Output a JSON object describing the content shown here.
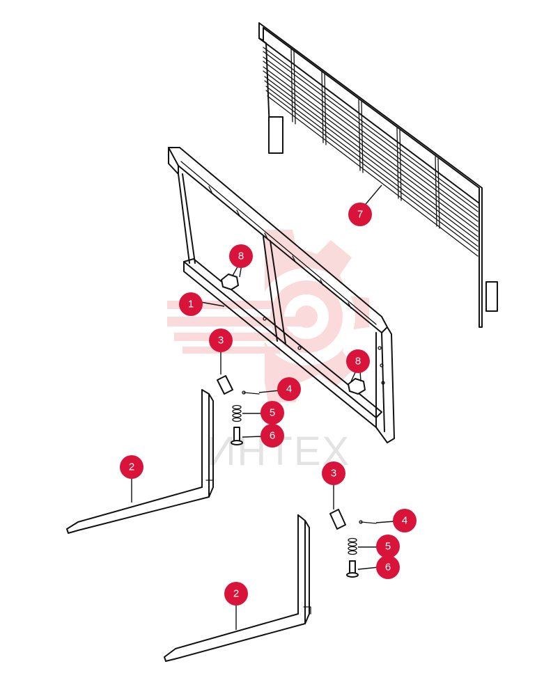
{
  "colors": {
    "callout": "#d8143a",
    "callout_text": "#ffffff",
    "line": "#111111",
    "watermark": "#e84a4a"
  },
  "watermark": {
    "text": "ИНТЕХ",
    "icon": "gear-target-logo-icon"
  },
  "callouts": [
    {
      "label": "1"
    },
    {
      "label": "2"
    },
    {
      "label": "2"
    },
    {
      "label": "3"
    },
    {
      "label": "3"
    },
    {
      "label": "4"
    },
    {
      "label": "4"
    },
    {
      "label": "5"
    },
    {
      "label": "5"
    },
    {
      "label": "6"
    },
    {
      "label": "6"
    },
    {
      "label": "7"
    },
    {
      "label": "8"
    },
    {
      "label": "8"
    }
  ]
}
